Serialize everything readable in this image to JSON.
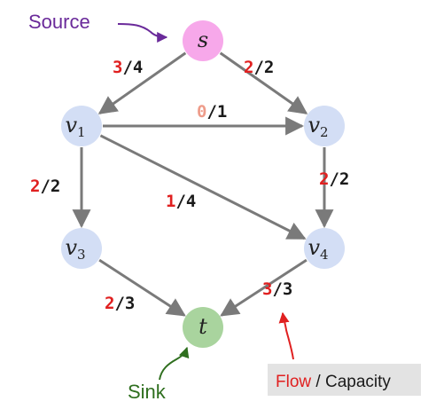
{
  "colors": {
    "node_default": "#d3def5",
    "node_source": "#f7a8ea",
    "node_sink": "#a9d49e",
    "edge": "#7a7a7a",
    "flow_red": "#e02020",
    "flow_zero": "#ee9c8a",
    "capacity": "#1a1a1a",
    "source_annotation": "#6a2a9a",
    "sink_annotation": "#2f6f1f",
    "legend_bg": "#e3e3e3"
  },
  "annotations": {
    "source": "Source",
    "sink": "Sink"
  },
  "legend": {
    "flow": "Flow",
    "separator": " / ",
    "capacity": "Capacity"
  },
  "graph": {
    "nodes": [
      {
        "id": "s",
        "base": "s",
        "sub": "",
        "kind": "source"
      },
      {
        "id": "v1",
        "base": "v",
        "sub": "1",
        "kind": "default"
      },
      {
        "id": "v2",
        "base": "v",
        "sub": "2",
        "kind": "default"
      },
      {
        "id": "v3",
        "base": "v",
        "sub": "3",
        "kind": "default"
      },
      {
        "id": "v4",
        "base": "v",
        "sub": "4",
        "kind": "default"
      },
      {
        "id": "t",
        "base": "t",
        "sub": "",
        "kind": "sink"
      }
    ],
    "edges": [
      {
        "from": "s",
        "to": "v1",
        "flow": "3",
        "capacity": "4"
      },
      {
        "from": "s",
        "to": "v2",
        "flow": "2",
        "capacity": "2"
      },
      {
        "from": "v1",
        "to": "v2",
        "flow": "0",
        "capacity": "1"
      },
      {
        "from": "v1",
        "to": "v3",
        "flow": "2",
        "capacity": "2"
      },
      {
        "from": "v1",
        "to": "v4",
        "flow": "1",
        "capacity": "4"
      },
      {
        "from": "v2",
        "to": "v4",
        "flow": "2",
        "capacity": "2"
      },
      {
        "from": "v3",
        "to": "t",
        "flow": "2",
        "capacity": "3"
      },
      {
        "from": "v4",
        "to": "t",
        "flow": "3",
        "capacity": "3"
      }
    ]
  }
}
